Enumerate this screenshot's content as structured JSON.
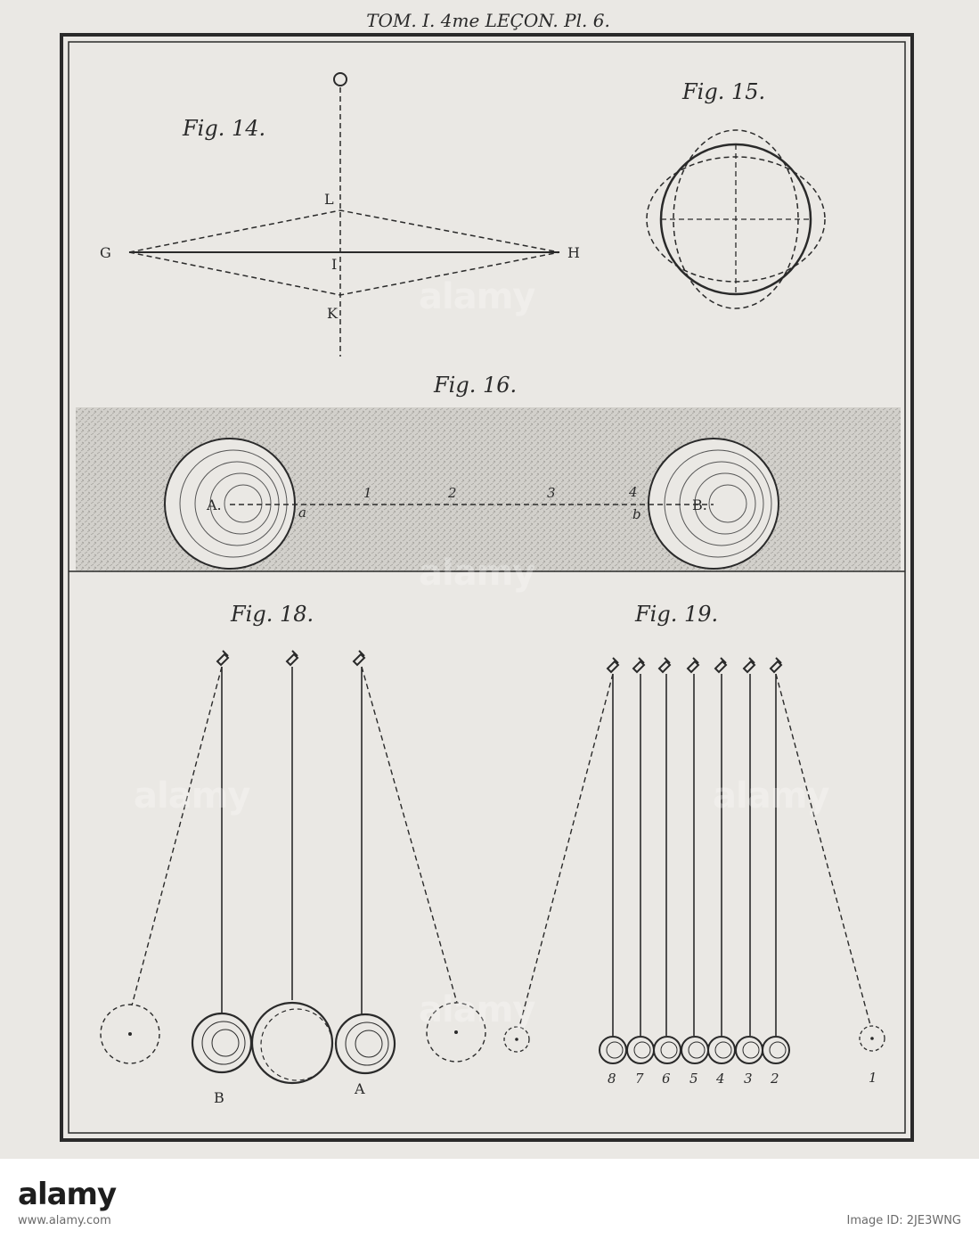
{
  "header": {
    "title": "TOM. I. 4me LEÇON. Pl. 6."
  },
  "fig14": {
    "title": "Fig. 14.",
    "labels": {
      "L": "L",
      "G": "G",
      "H": "H",
      "I": "I",
      "K": "K"
    }
  },
  "fig15": {
    "title": "Fig. 15."
  },
  "fig16": {
    "title": "Fig. 16.",
    "labels": {
      "A": "A.",
      "a": "a",
      "n1": "1",
      "n2": "2",
      "n3": "3",
      "n4": "4",
      "b": "b",
      "B": "B."
    }
  },
  "fig18": {
    "title": "Fig. 18.",
    "labels": {
      "B": "B",
      "A": "A"
    }
  },
  "fig19": {
    "title": "Fig. 19.",
    "numbers": [
      "8",
      "7",
      "6",
      "5",
      "4",
      "3",
      "2"
    ],
    "one": "1"
  },
  "watermark": {
    "text": "alamy"
  },
  "footer": {
    "logo": "alamy",
    "image_id": "Image ID: 2JE3WNG",
    "url": "www.alamy.com"
  }
}
